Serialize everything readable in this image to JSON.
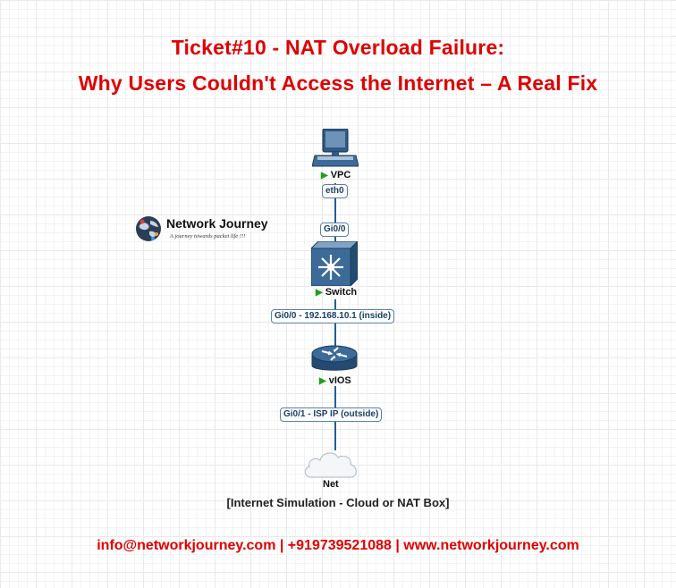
{
  "title_line1": "Ticket#10 - NAT Overload Failure:",
  "title_line2": "Why Users Couldn't Access the Internet – A Real Fix",
  "logo": {
    "name": "Network Journey",
    "tagline": "A journey towards packet life !!!"
  },
  "nodes": {
    "vpc": {
      "label": "VPC",
      "icon": "desktop-pc-icon"
    },
    "switch": {
      "label": "Switch",
      "icon": "layer3-switch-icon"
    },
    "router": {
      "label": "vIOS",
      "icon": "router-icon"
    },
    "cloud": {
      "label": "Net",
      "icon": "cloud-icon"
    }
  },
  "interfaces": {
    "vpc_eth0": "eth0",
    "switch_gi00_top": "Gi0/0",
    "router_gi00": "Gi0/0 - 192.168.10.1 (inside)",
    "router_gi01": "Gi0/1 - ISP IP (outside)"
  },
  "caption": "[Internet Simulation - Cloud or NAT Box]",
  "footer": "info@networkjourney.com | +919739521088 | www.networkjourney.com",
  "colors": {
    "title": "#e00000",
    "link": "#1f5f99",
    "node_status": "#1ea01e"
  }
}
